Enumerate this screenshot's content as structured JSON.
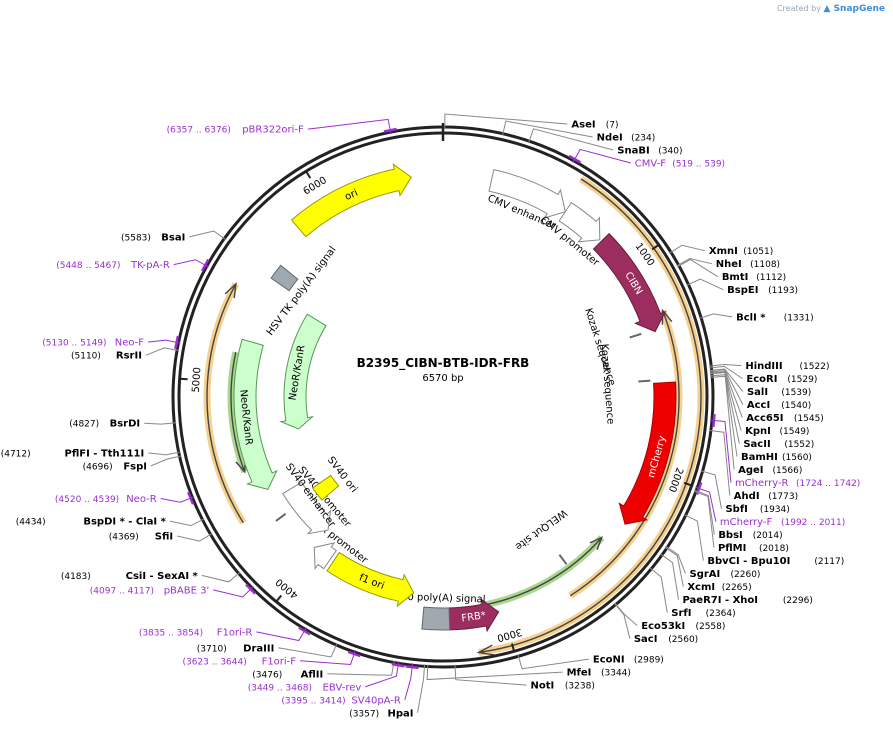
{
  "credit": {
    "text": "Created by",
    "brand": "SnapGene"
  },
  "plasmid": {
    "name": "B2395_CIBN-BTB-IDR-FRB",
    "length_label": "6570 bp",
    "length": 6570
  },
  "ticks": [
    "1000",
    "2000",
    "3000",
    "4000",
    "5000",
    "6000"
  ],
  "enzymes": [
    {
      "id": "AseI",
      "label": "AseI",
      "pos_text": "(7)",
      "pos": 7,
      "side": "R"
    },
    {
      "id": "NdeI",
      "label": "NdeI",
      "pos_text": "(234)",
      "pos": 234,
      "side": "R"
    },
    {
      "id": "SnaBI",
      "label": "SnaBI",
      "pos_text": "(340)",
      "pos": 340,
      "side": "R"
    },
    {
      "id": "XmnI",
      "label": "XmnI",
      "pos_text": "(1051)",
      "pos": 1051,
      "side": "R"
    },
    {
      "id": "NheI",
      "label": "NheI",
      "pos_text": "(1108)",
      "pos": 1108,
      "side": "R"
    },
    {
      "id": "BmtI",
      "label": "BmtI",
      "pos_text": "(1112)",
      "pos": 1112,
      "side": "R"
    },
    {
      "id": "BspEI",
      "label": "BspEI",
      "pos_text": "(1193)",
      "pos": 1193,
      "side": "R"
    },
    {
      "id": "BclI",
      "label": "BclI *",
      "pos_text": "(1331)",
      "pos": 1331,
      "side": "R"
    },
    {
      "id": "HindIII",
      "label": "HindIII",
      "pos_text": "(1522)",
      "pos": 1522,
      "side": "R"
    },
    {
      "id": "EcoRI",
      "label": "EcoRI",
      "pos_text": "(1529)",
      "pos": 1529,
      "side": "R"
    },
    {
      "id": "SalI",
      "label": "SalI",
      "pos_text": "(1539)",
      "pos": 1539,
      "side": "R"
    },
    {
      "id": "AccI",
      "label": "AccI",
      "pos_text": "(1540)",
      "pos": 1540,
      "side": "R"
    },
    {
      "id": "Acc65I",
      "label": "Acc65I",
      "pos_text": "(1545)",
      "pos": 1545,
      "side": "R"
    },
    {
      "id": "KpnI",
      "label": "KpnI",
      "pos_text": "(1549)",
      "pos": 1549,
      "side": "R"
    },
    {
      "id": "SacII",
      "label": "SacII",
      "pos_text": "(1552)",
      "pos": 1552,
      "side": "R"
    },
    {
      "id": "BamHI",
      "label": "BamHI",
      "pos_text": "(1560)",
      "pos": 1560,
      "side": "R"
    },
    {
      "id": "AgeI",
      "label": "AgeI",
      "pos_text": "(1566)",
      "pos": 1566,
      "side": "R"
    },
    {
      "id": "AhdI",
      "label": "AhdI",
      "pos_text": "(1773)",
      "pos": 1773,
      "side": "R"
    },
    {
      "id": "SbfI",
      "label": "SbfI",
      "pos_text": "(1934)",
      "pos": 1934,
      "side": "R"
    },
    {
      "id": "BbsI",
      "label": "BbsI",
      "pos_text": "(2014)",
      "pos": 2014,
      "side": "R"
    },
    {
      "id": "PflMI",
      "label": "PflMI",
      "pos_text": "(2018)",
      "pos": 2018,
      "side": "R"
    },
    {
      "id": "BbvCI",
      "label": "BbvCI  - Bpu10I",
      "pos_text": "(2117)",
      "pos": 2117,
      "side": "R"
    },
    {
      "id": "SgrAI",
      "label": "SgrAI",
      "pos_text": "(2260)",
      "pos": 2260,
      "side": "R"
    },
    {
      "id": "XcmI",
      "label": "XcmI",
      "pos_text": "(2265)",
      "pos": 2265,
      "side": "R"
    },
    {
      "id": "PaeR7I",
      "label": "PaeR7I  - XhoI",
      "pos_text": "(2296)",
      "pos": 2296,
      "side": "R"
    },
    {
      "id": "SrfI",
      "label": "SrfI",
      "pos_text": "(2364)",
      "pos": 2364,
      "side": "R"
    },
    {
      "id": "Eco53kI",
      "label": "Eco53kI",
      "pos_text": "(2558)",
      "pos": 2558,
      "side": "R"
    },
    {
      "id": "SacI",
      "label": "SacI",
      "pos_text": "(2560)",
      "pos": 2560,
      "side": "R"
    },
    {
      "id": "EcoNI",
      "label": "EcoNI",
      "pos_text": "(2989)",
      "pos": 2989,
      "side": "R"
    },
    {
      "id": "NotI",
      "label": "NotI",
      "pos_text": "(3238)",
      "pos": 3238,
      "side": "R"
    },
    {
      "id": "MfeI",
      "label": "MfeI",
      "pos_text": "(3344)",
      "pos": 3344,
      "side": "R"
    },
    {
      "id": "HpaI",
      "label": "HpaI",
      "pos_text": "(3357)",
      "pos": 3357,
      "side": "L"
    },
    {
      "id": "AflII",
      "label": "AflII",
      "pos_text": "(3476)",
      "pos": 3476,
      "side": "L"
    },
    {
      "id": "DraIII",
      "label": "DraIII",
      "pos_text": "(3710)",
      "pos": 3710,
      "side": "L"
    },
    {
      "id": "CsiI",
      "label": "CsiI  - SexAI *",
      "pos_text": "(4183)",
      "pos": 4183,
      "side": "L"
    },
    {
      "id": "SfiI",
      "label": "SfiI",
      "pos_text": "(4369)",
      "pos": 4369,
      "side": "L"
    },
    {
      "id": "BspDI",
      "label": "BspDI *  - ClaI *",
      "pos_text": "(4434)",
      "pos": 4434,
      "side": "L"
    },
    {
      "id": "FspI",
      "label": "FspI",
      "pos_text": "(4696)",
      "pos": 4696,
      "side": "L"
    },
    {
      "id": "PflFI",
      "label": "PflFI  - Tth111I",
      "pos_text": "(4712)",
      "pos": 4712,
      "side": "L"
    },
    {
      "id": "BsrDI",
      "label": "BsrDI",
      "pos_text": "(4827)",
      "pos": 4827,
      "side": "L"
    },
    {
      "id": "RsrII",
      "label": "RsrII",
      "pos_text": "(5110)",
      "pos": 5110,
      "side": "L"
    },
    {
      "id": "BsaI",
      "label": "BsaI",
      "pos_text": "(5583)",
      "pos": 5583,
      "side": "L"
    }
  ],
  "primers": [
    {
      "id": "pBR322ori-F",
      "label": "pBR322ori-F",
      "pos_text": "(6357 .. 6376)",
      "pos": 6366,
      "side": "L"
    },
    {
      "id": "CMV-F",
      "label": "CMV-F",
      "pos_text": "(519 .. 539)",
      "pos": 529,
      "side": "R"
    },
    {
      "id": "mCherry-R",
      "label": "mCherry-R",
      "pos_text": "(1724 .. 1742)",
      "pos": 1733,
      "side": "R"
    },
    {
      "id": "mCherry-F",
      "label": "mCherry-F",
      "pos_text": "(1992 .. 2011)",
      "pos": 2001,
      "side": "R"
    },
    {
      "id": "TK-pA-R",
      "label": "TK-pA-R",
      "pos_text": "(5448 .. 5467)",
      "pos": 5457,
      "side": "L"
    },
    {
      "id": "Neo-F",
      "label": "Neo-F",
      "pos_text": "(5130 .. 5149)",
      "pos": 5139,
      "side": "L"
    },
    {
      "id": "Neo-R",
      "label": "Neo-R",
      "pos_text": "(4520 .. 4539)",
      "pos": 4529,
      "side": "L"
    },
    {
      "id": "pBABE-3",
      "label": "pBABE 3'",
      "pos_text": "(4097 .. 4117)",
      "pos": 4107,
      "side": "L"
    },
    {
      "id": "F1ori-R",
      "label": "F1ori-R",
      "pos_text": "(3835 .. 3854)",
      "pos": 3844,
      "side": "L"
    },
    {
      "id": "F1ori-F",
      "label": "F1ori-F",
      "pos_text": "(3623 .. 3644)",
      "pos": 3633,
      "side": "L"
    },
    {
      "id": "EBV-rev",
      "label": "EBV-rev",
      "pos_text": "(3449 .. 3468)",
      "pos": 3458,
      "side": "L"
    },
    {
      "id": "SV40pA-R",
      "label": "SV40pA-R",
      "pos_text": "(3395 .. 3414)",
      "pos": 3404,
      "side": "L"
    }
  ],
  "features": [
    {
      "id": "CMV-enhancer",
      "label": "CMV enhancer",
      "start": 230,
      "end": 610,
      "dir": 1,
      "ring": "f1",
      "color": "#ffffff",
      "stroke": "#888888"
    },
    {
      "id": "CMV-promoter",
      "label": "CMV promoter",
      "start": 610,
      "end": 820,
      "dir": 1,
      "ring": "f1",
      "color": "#ffffff",
      "stroke": "#888888"
    },
    {
      "id": "CIBN",
      "label": "CIBN",
      "start": 830,
      "end": 1330,
      "dir": 1,
      "ring": "f1",
      "color": "#9b2d5f",
      "stroke": "#6b1d40"
    },
    {
      "id": "mCherry",
      "label": "mCherry",
      "start": 1575,
      "end": 2280,
      "dir": 1,
      "ring": "f1",
      "color": "#ee0000",
      "stroke": "#aa0000"
    },
    {
      "id": "FRB",
      "label": "FRB*",
      "start": 3020,
      "end": 3260,
      "dir": -1,
      "ring": "f1",
      "color": "#9b2d5f",
      "stroke": "#6b1d40"
    },
    {
      "id": "SV40-polyA",
      "label": "SV40 poly(A) signal",
      "start": 3255,
      "end": 3380,
      "dir": 0,
      "ring": "f1",
      "color": "#a0a8b0",
      "stroke": "#606870"
    },
    {
      "id": "f1-ori",
      "label": "f1 ori",
      "start": 3440,
      "end": 3900,
      "dir": -1,
      "ring": "f2",
      "color": "#ffff00",
      "stroke": "#999900"
    },
    {
      "id": "AmpR-promoter",
      "label": "AmpR promoter",
      "start": 3920,
      "end": 4025,
      "dir": 1,
      "ring": "f2",
      "color": "#ffffff",
      "stroke": "#888888"
    },
    {
      "id": "SV40-promoter",
      "label": "SV40 promoter",
      "start": 4030,
      "end": 4360,
      "dir": -1,
      "ring": "f3",
      "color": "#ffffff",
      "stroke": "#888888"
    },
    {
      "id": "SV40-ori",
      "label": "SV40 ori",
      "start": 4190,
      "end": 4290,
      "dir": 0,
      "ring": "f4",
      "color": "#ffff00",
      "stroke": "#999900"
    },
    {
      "id": "NeoR-outer",
      "label": "NeoR/KanR",
      "start": 4420,
      "end": 5220,
      "dir": -1,
      "ring": "f2",
      "color": "#ccffcc",
      "stroke": "#559955"
    },
    {
      "id": "NeoR-inner",
      "label": "NeoR/KanR",
      "start": 4700,
      "end": 5500,
      "dir": -1,
      "ring": "f4",
      "color": "#ccffcc",
      "stroke": "#559955"
    },
    {
      "id": "HSV-TK-polyA",
      "label": "HSV TK poly(A) signal",
      "start": 5560,
      "end": 5640,
      "dir": 0,
      "ring": "f2",
      "color": "#a0a8b0",
      "stroke": "#606870"
    },
    {
      "id": "ori",
      "label": "ori",
      "start": 5830,
      "end": 6420,
      "dir": 1,
      "ring": "f1",
      "color": "#ffff00",
      "stroke": "#999900"
    }
  ],
  "inner_labels": [
    {
      "id": "kozak-1",
      "label": "Kozak sequence",
      "pos": 1320
    },
    {
      "id": "kozak-2",
      "label": "Kozak sequence",
      "pos": 1560
    },
    {
      "id": "welqut",
      "label": "WELQut site",
      "pos": 2620
    },
    {
      "id": "sv40-enhancer",
      "label": "SV40 enhancer",
      "pos": 4260
    }
  ],
  "orf_arcs": [
    {
      "id": "orf-1",
      "start": 590,
      "end": 3140,
      "dir": 1,
      "r": 258,
      "color": "#f5c87a"
    },
    {
      "id": "orf-2",
      "start": 1250,
      "end": 2690,
      "dir": -1,
      "r": 236,
      "color": "#f5c87a"
    },
    {
      "id": "orf-3",
      "start": 4340,
      "end": 5450,
      "dir": 1,
      "r": 236,
      "color": "#f5c87a"
    },
    {
      "id": "orf-4",
      "start": 4550,
      "end": 5150,
      "dir": -1,
      "r": 212,
      "color": "#9bd07a"
    },
    {
      "id": "orf-5",
      "start": 2400,
      "end": 3100,
      "dir": -1,
      "r": 212,
      "color": "#9bd07a"
    }
  ],
  "colors": {
    "backbone": "#222222",
    "primer": "#9a2fd0",
    "site_line": "#888888"
  }
}
